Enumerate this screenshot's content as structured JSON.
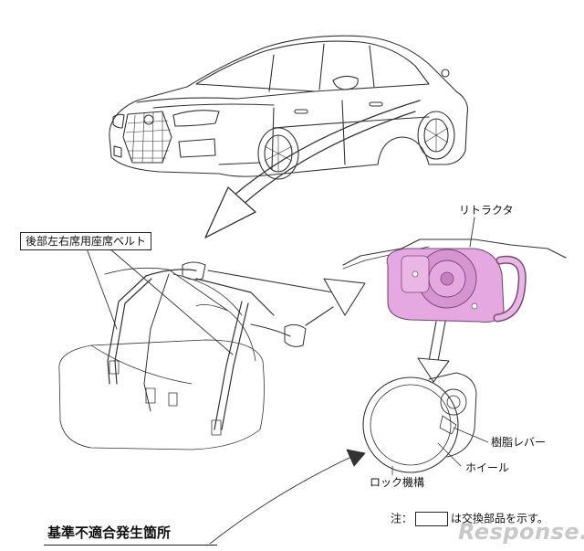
{
  "labels": {
    "rear_belt": "後部左右席用座席ベルト",
    "retractor": "リトラクタ",
    "resin_lever": "樹脂レバー",
    "wheel": "ホイール",
    "lock_mechanism": "ロック機構",
    "nonconformity": "基準不適合発生箇所",
    "note_prefix": "注：",
    "note_suffix": "は交換部品を示す。"
  },
  "watermark": "Response.",
  "colors": {
    "retractor_fill": "#e6a8e0",
    "retractor_shade": "#c67fc1",
    "line": "#333333"
  }
}
